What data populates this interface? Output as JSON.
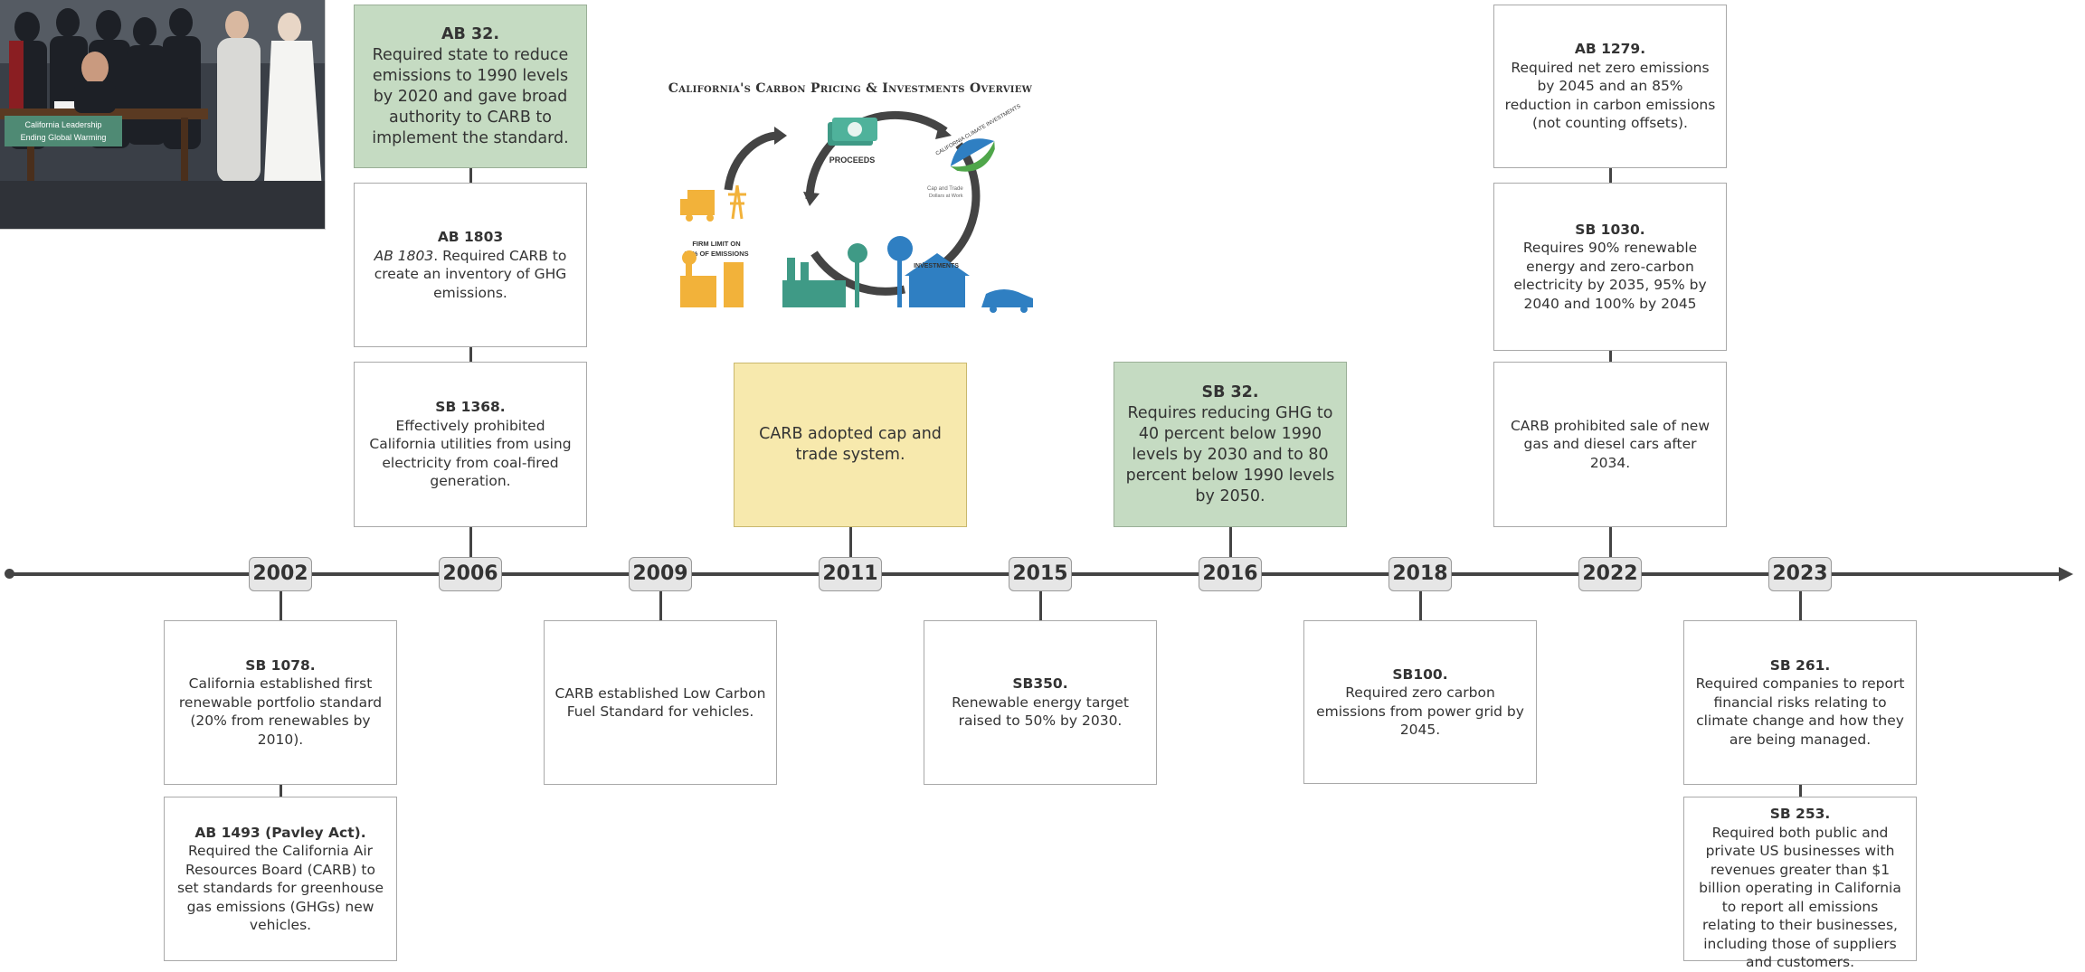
{
  "photo": {
    "banner_line1": "California Leadership",
    "banner_line2": "Ending Global Warming"
  },
  "infographic": {
    "title": "California's Carbon Pricing & Investments Overview",
    "label_proceeds": "PROCEEDS",
    "label_firm_limit_1": "FIRM LIMIT ON",
    "label_firm_limit_2": "80% OF EMISSIONS",
    "label_investments": "INVESTMENTS",
    "label_cci": "CALIFORNIA CLIMATE INVESTMENTS",
    "label_cap_trade_1": "Cap and Trade",
    "label_cap_trade_2": "Dollars at Work"
  },
  "years": [
    "2002",
    "2006",
    "2009",
    "2011",
    "2015",
    "2016",
    "2018",
    "2022",
    "2023"
  ],
  "cards": {
    "ab32": {
      "title": "AB 32.",
      "body": "Required state to reduce emissions to 1990 levels by 2020 and gave broad authority to CARB to implement the standard."
    },
    "ab1803": {
      "title": "AB 1803",
      "body_italic": "AB 1803",
      "body": ". Required CARB to create an inventory of GHG emissions."
    },
    "sb1368": {
      "title": "SB 1368.",
      "body": "Effectively prohibited California utilities from using electricity from coal-fired generation."
    },
    "cap_trade": {
      "body": "CARB adopted cap and trade system."
    },
    "sb32": {
      "title": "SB 32.",
      "body": "Requires reducing GHG to 40 percent below 1990 levels by 2030 and to 80 percent below 1990 levels by 2050."
    },
    "ab1279": {
      "title": "AB 1279.",
      "body": "Required net zero emissions by 2045 and an 85% reduction in carbon emissions (not counting offsets)."
    },
    "sb1030": {
      "title": "SB 1030.",
      "body": "Requires 90% renewable energy and zero-carbon electricity by 2035, 95% by 2040 and 100% by 2045"
    },
    "carb_cars": {
      "body": "CARB prohibited sale of new gas and diesel cars after 2034."
    },
    "sb1078": {
      "title": "SB 1078.",
      "body": "California established first renewable portfolio standard (20% from renewables by 2010)."
    },
    "ab1493": {
      "title": "AB 1493 (Pavley Act).",
      "body": "Required the California Air Resources Board (CARB) to set standards for greenhouse gas emissions (GHGs) new vehicles."
    },
    "lcfs": {
      "body": "CARB established Low Carbon Fuel Standard for vehicles."
    },
    "sb350": {
      "title": "SB350.",
      "body": "Renewable energy target raised to 50% by 2030."
    },
    "sb100": {
      "title": "SB100.",
      "body": "Required zero carbon emissions from power grid by 2045."
    },
    "sb261": {
      "title": "SB 261.",
      "body": "Required companies to report financial risks relating to climate change and how they are being managed."
    },
    "sb253": {
      "title": "SB 253.",
      "body": "Required both public and private US businesses with revenues greater than $1 billion operating in California to report all emissions relating to their businesses, including those of suppliers and customers."
    }
  },
  "colors": {
    "green_card": "#c5dbc2",
    "yellow_card": "#f7e9ad",
    "axis": "#444444",
    "year_chip": "#e6e6e6"
  }
}
